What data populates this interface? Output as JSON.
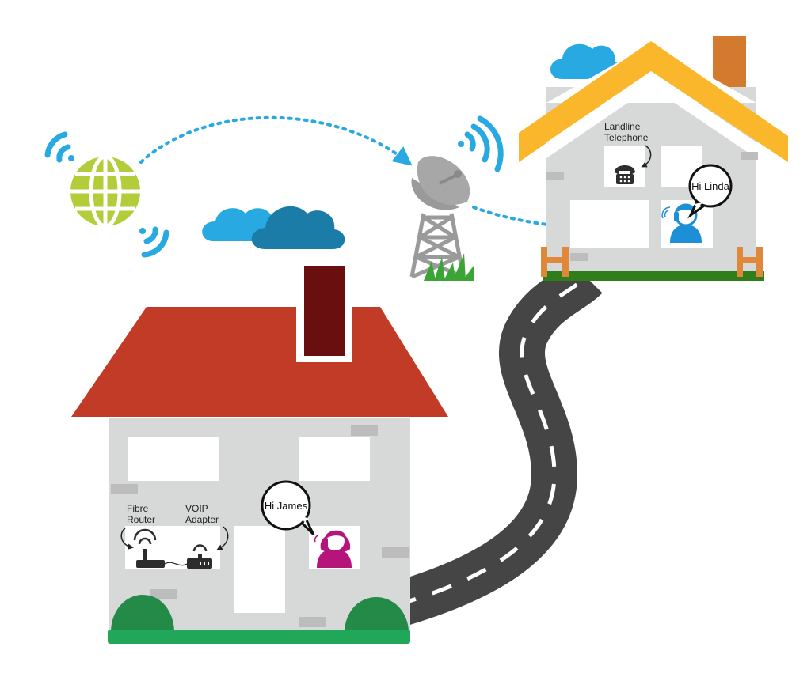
{
  "labels": {
    "fibre_router_line1": "Fibre",
    "fibre_router_line2": "Router",
    "voip_adapter_line1": "VOIP",
    "voip_adapter_line2": "Adapter",
    "landline_line1": "Landline",
    "landline_line2": "Telephone"
  },
  "bubbles": {
    "james": "Hi James",
    "linda": "Hi Linda"
  },
  "colors": {
    "wifi_blue": "#29a9e1",
    "globe_green": "#b2cc3a",
    "roof_red": "#c23b26",
    "chimney_dark": "#6a0f0f",
    "roof_yellow": "#fbb72b",
    "chimney_orange": "#d47a2e",
    "wall_gray": "#d7d8d8",
    "road_gray": "#454545",
    "grass_green": "#21a759",
    "bush_green": "#238a47",
    "person_magenta": "#b5157a",
    "person_blue": "#1d8fd6",
    "fence_orange": "#e0883a"
  },
  "icons": [
    "globe-icon",
    "wifi-signal-icon",
    "satellite-dish-icon",
    "cloud-icon",
    "router-icon",
    "voip-adapter-icon",
    "telephone-icon",
    "woman-phone-icon",
    "man-phone-icon",
    "arrow-icon"
  ]
}
